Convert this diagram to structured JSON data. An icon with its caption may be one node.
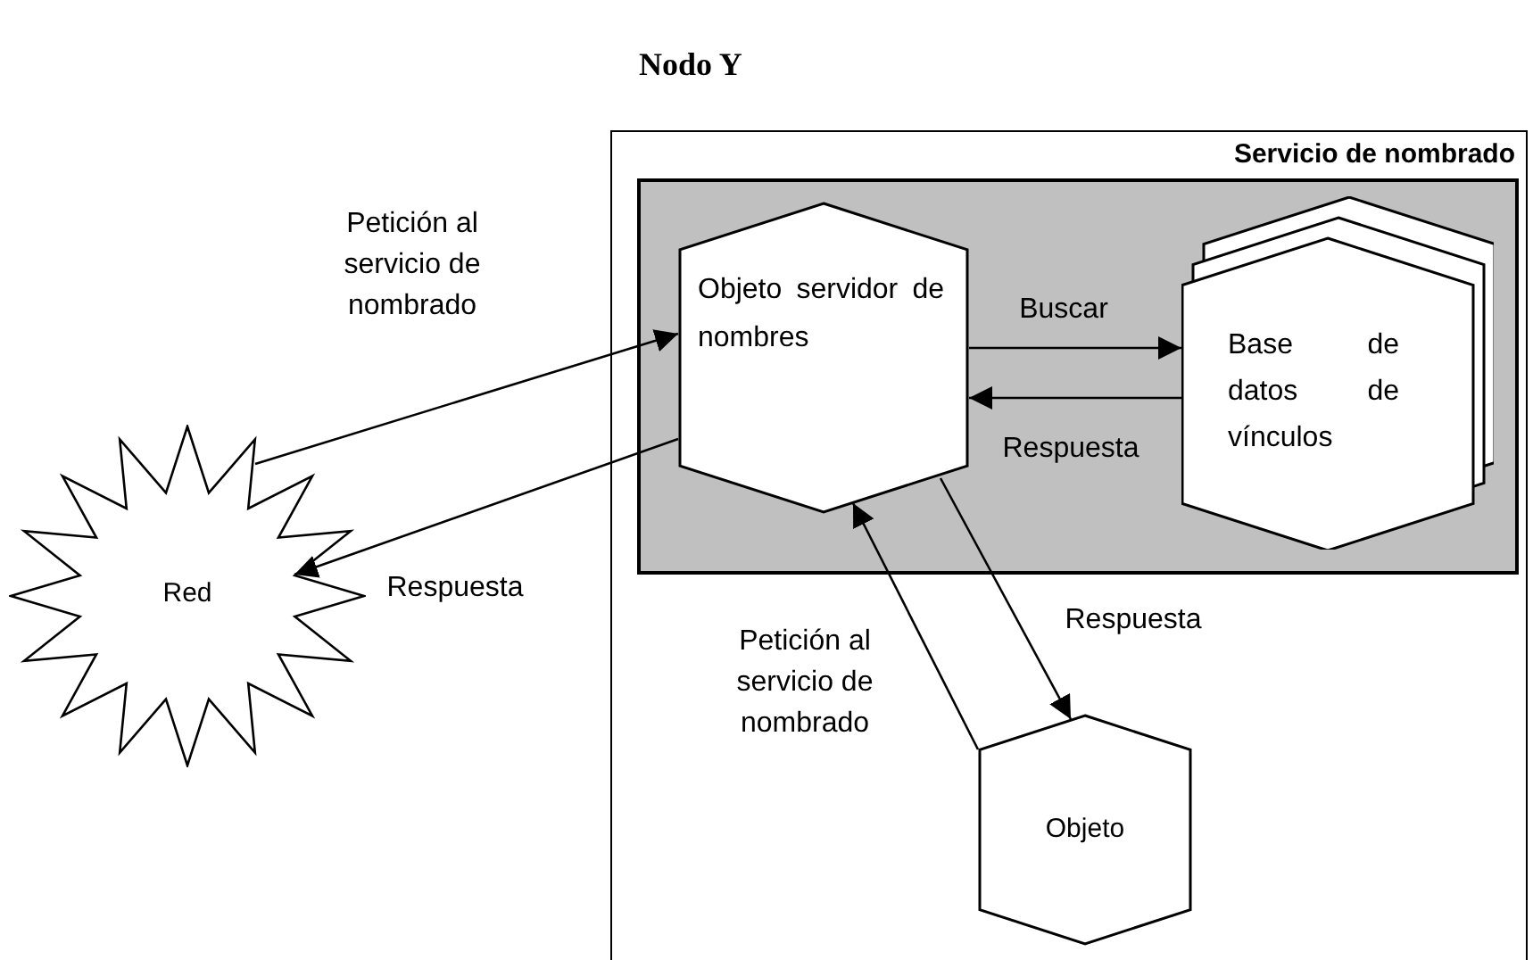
{
  "diagram": {
    "nodes": [
      {
        "text": [
          "Nodo Y"
        ]
      },
      {
        "text": [
          "Servicio de nombrado"
        ],
        "in": 0
      },
      {
        "text": [
          "Objeto servidor de nombres"
        ],
        "in": 1
      },
      {
        "text": [
          "Base de datos de vínculos"
        ],
        "in": 1
      },
      {
        "text": [
          "Red"
        ]
      },
      {
        "text": [
          "Objeto"
        ],
        "in": 0
      }
    ],
    "edges": [
      {
        "from": 4,
        "to": 2,
        "arrow": "to",
        "label": "Petición al servicio de nombrado"
      },
      {
        "from": 2,
        "to": 4,
        "arrow": "to",
        "label": "Respuesta"
      },
      {
        "from": 2,
        "to": 3,
        "arrow": "to",
        "label": "Buscar"
      },
      {
        "from": 3,
        "to": 2,
        "arrow": "to",
        "label": "Respuesta"
      },
      {
        "from": 2,
        "to": 5,
        "arrow": "to",
        "label": "Respuesta"
      },
      {
        "from": 5,
        "to": 2,
        "arrow": "to",
        "label": "Petición al servicio de nombrado"
      }
    ]
  }
}
